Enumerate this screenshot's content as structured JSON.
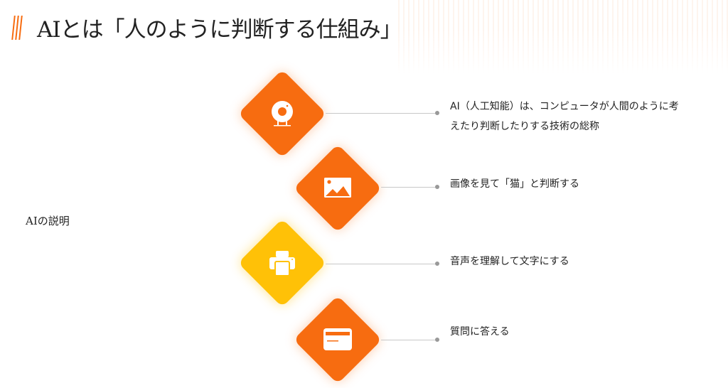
{
  "header": {
    "title": "AIとは「人のように判断する仕組み」"
  },
  "side_label": "AIの説明",
  "colors": {
    "orange": "#f76c10",
    "yellow": "#ffc107"
  },
  "items": [
    {
      "icon": "webcam-icon",
      "color": "#f76c10",
      "text_line1": "AI（人工知能）は、コンピュータが人間のように考",
      "text_line2": "えたり判断したりする技術の総称"
    },
    {
      "icon": "image-icon",
      "color": "#f76c10",
      "text_line1": "画像を見て「猫」と判断する"
    },
    {
      "icon": "printer-icon",
      "color": "#ffc107",
      "text_line1": "音声を理解して文字にする"
    },
    {
      "icon": "card-icon",
      "color": "#f76c10",
      "text_line1": "質問に答える"
    }
  ]
}
